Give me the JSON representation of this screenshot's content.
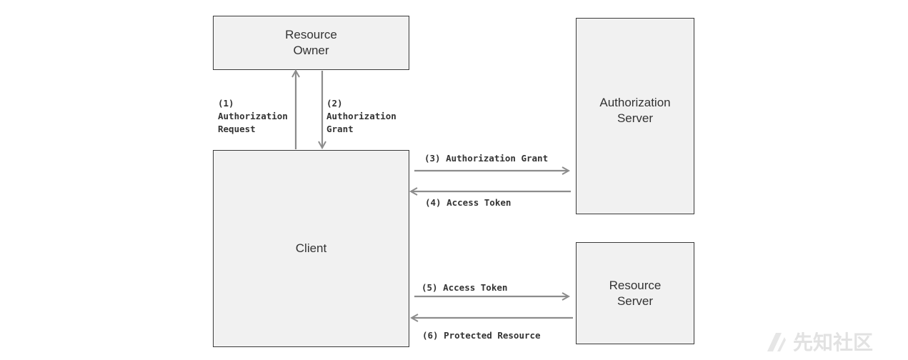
{
  "nodes": {
    "resource_owner": [
      "Resource",
      "Owner"
    ],
    "authorization_server": [
      "Authorization",
      "Server"
    ],
    "client": [
      "Client"
    ],
    "resource_server": [
      "Resource",
      "Server"
    ]
  },
  "edges": {
    "authorization_request": [
      "(1)",
      "Authorization",
      "Request"
    ],
    "authorization_grant_owner": [
      "(2)",
      "Authorization",
      "Grant"
    ],
    "authorization_grant": "(3) Authorization Grant",
    "access_token_auth": "(4) Access Token",
    "access_token_resource": "(5) Access Token",
    "protected_resource": "(6) Protected Resource"
  },
  "watermark": "先知社区",
  "colors": {
    "box_fill": "#f1f1f1",
    "box_border": "#3a3a3a",
    "arrow": "#8c8c8c",
    "text": "#333333"
  }
}
